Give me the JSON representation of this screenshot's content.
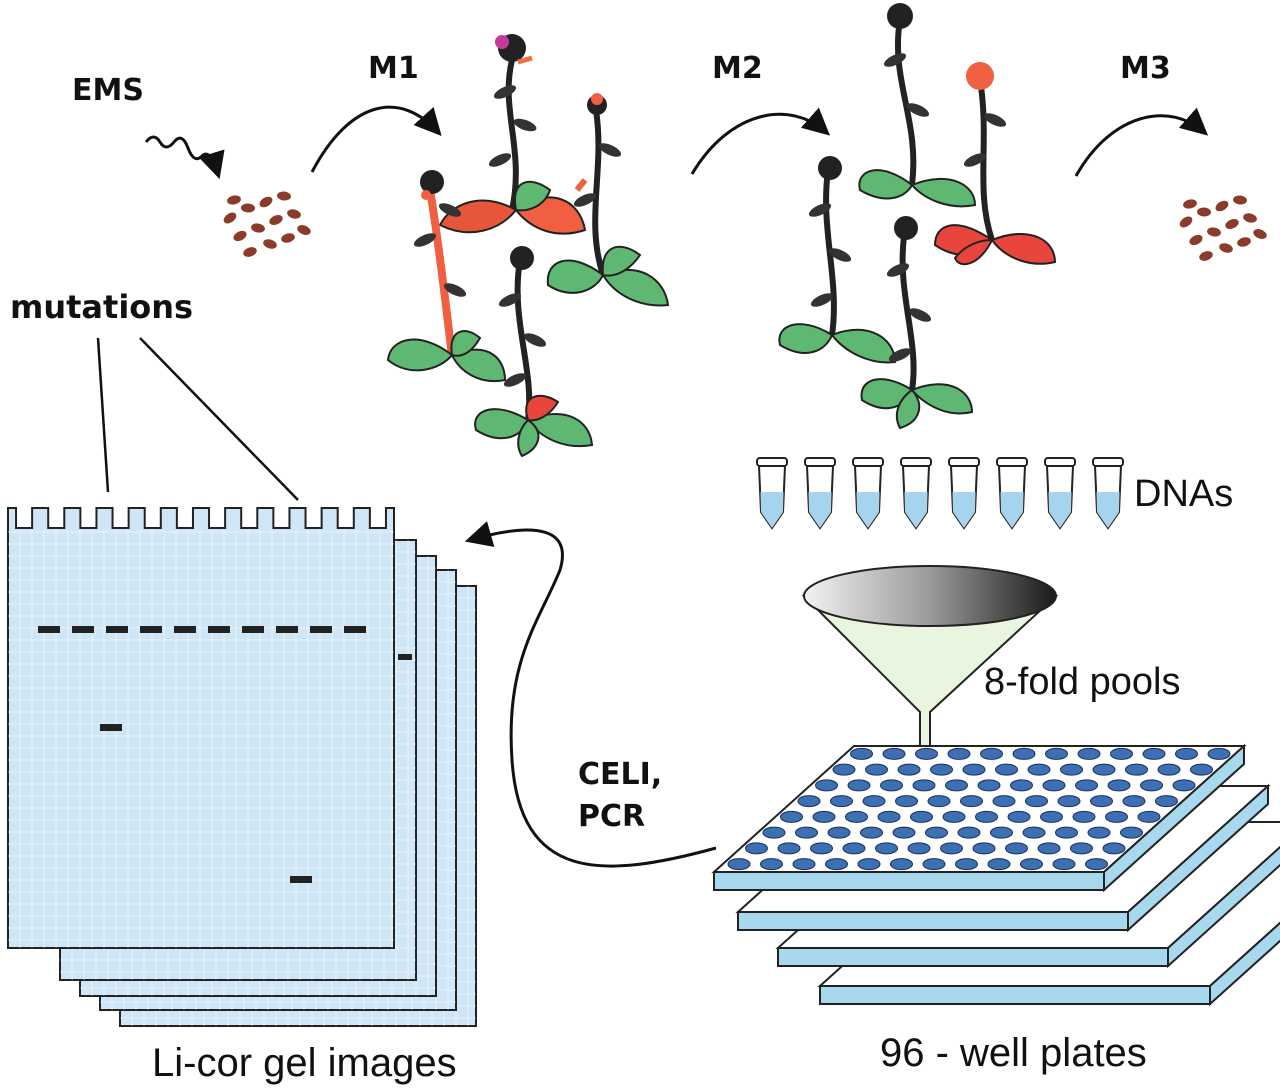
{
  "labels": {
    "ems": "EMS",
    "m1": "M1",
    "m2": "M2",
    "m3": "M3",
    "mutations": "mutations",
    "dnas": "DNAs",
    "pools": "8-fold pools",
    "celi": "CELI,",
    "pcr": "PCR",
    "gel_caption": "Li-cor gel images",
    "plates_caption": "96 - well plates"
  },
  "colors": {
    "leaf_green": "#5fb872",
    "mutant_red": "#e8463c",
    "mutant_orange": "#f0653a",
    "gel_blue": "#cfe6f7",
    "well_blue": "#3d6fb3",
    "plate_blue": "#a8d8ee",
    "tube_liquid": "#a7d3ef",
    "seed_brown": "#8a3b2a"
  }
}
